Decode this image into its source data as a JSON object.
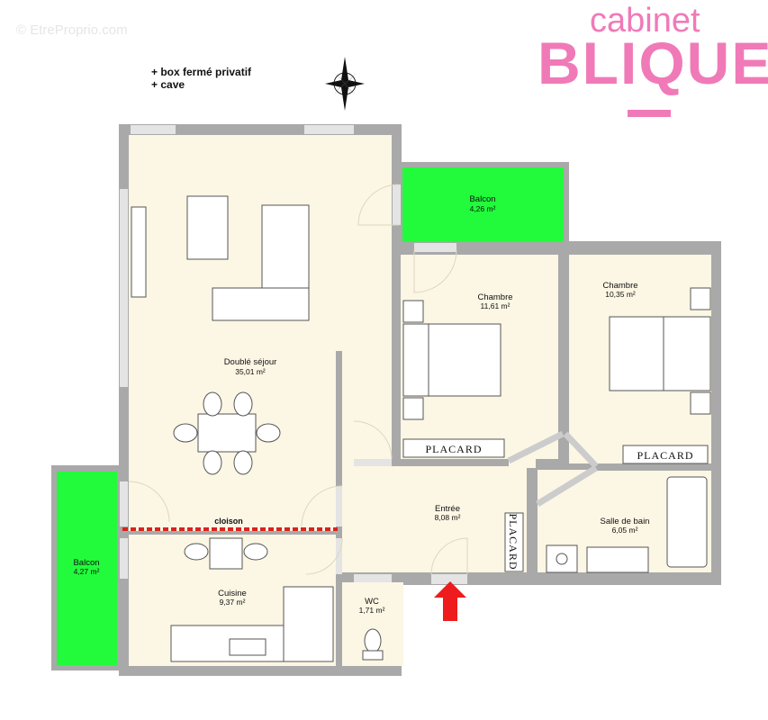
{
  "watermark": "© EtreProprio.com",
  "notes": [
    "+ box fermé privatif",
    "+ cave"
  ],
  "logo": {
    "top": "cabinet",
    "main": "BLIQUE",
    "color": "#f07ab8"
  },
  "compass": {
    "icon": "compass-rose-icon"
  },
  "rooms": {
    "sejour": {
      "name": "Doublé séjour",
      "area": "35,01 m²"
    },
    "balcon_top": {
      "name": "Balcon",
      "area": "4,26 m²"
    },
    "chambre1": {
      "name": "Chambre",
      "area": "11,61 m²"
    },
    "chambre2": {
      "name": "Chambre",
      "area": "10,35 m²"
    },
    "entree": {
      "name": "Entrée",
      "area": "8,08 m²"
    },
    "sdb": {
      "name": "Salle de bain",
      "area": "6,05 m²"
    },
    "cuisine": {
      "name": "Cuisine",
      "area": "9,37 m²"
    },
    "wc": {
      "name": "WC",
      "area": "1,71 m²"
    },
    "balcon_left": {
      "name": "Balcon",
      "area": "4,27 m²"
    }
  },
  "placards": [
    "PLACARD",
    "PLACARD",
    "PLACARD"
  ],
  "cloison_label": "cloison",
  "colors": {
    "wall": "#a9a9a9",
    "floor": "#fcf6e4",
    "balcony": "#22fb3b",
    "entrance_arrow": "#ee1c1c",
    "cloison": "#d9231d"
  }
}
